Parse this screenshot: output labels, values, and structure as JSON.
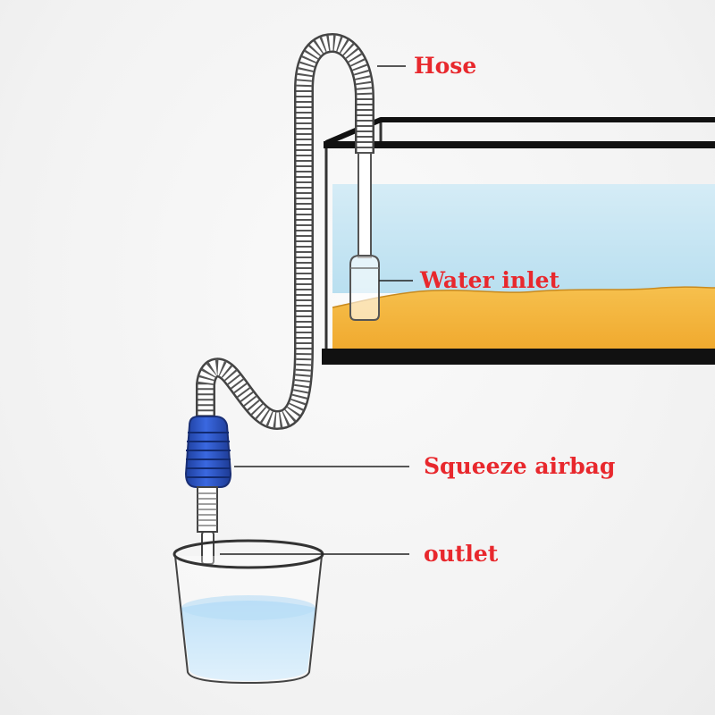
{
  "labels": {
    "hose": "Hose",
    "water_inlet": "Water inlet",
    "squeeze_airbag": "Squeeze airbag",
    "outlet": "outlet"
  },
  "colors": {
    "label_text": "#e8282d",
    "leader_line": "#222222",
    "airbag": "#2a55c9",
    "sand": "#f2b640",
    "aquarium_water": "#cfe8f3",
    "bucket_water": "#a9d6f2",
    "tank_frame": "#111111"
  },
  "icons": {
    "pump": "siphon-pump-icon",
    "aquarium": "aquarium-tank-icon",
    "bucket": "bucket-icon"
  }
}
